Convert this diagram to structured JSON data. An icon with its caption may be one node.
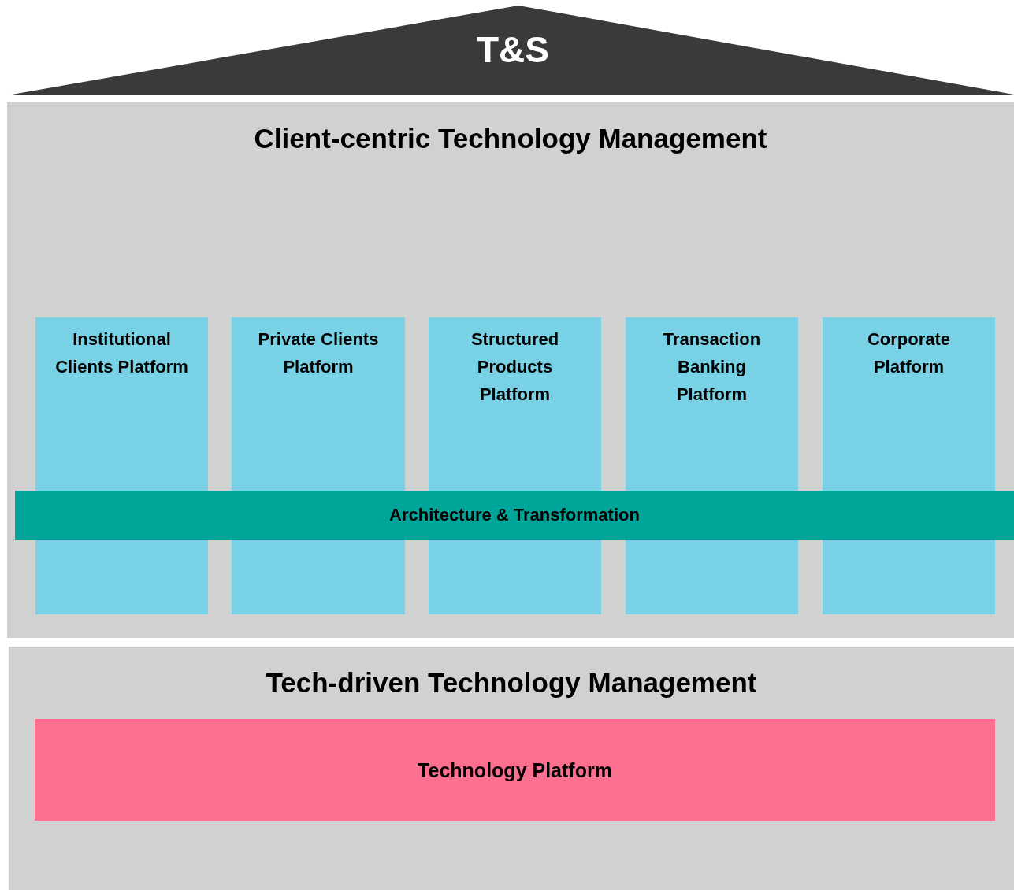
{
  "diagram": {
    "nodes": [
      {
        "text": [
          "T&S"
        ]
      },
      {
        "text": [
          "Client-centric Technology Management"
        ]
      },
      {
        "text": [
          "Institutional Clients Platform"
        ],
        "in": 1
      },
      {
        "text": [
          "Private Clients Platform"
        ],
        "in": 1
      },
      {
        "text": [
          "Structured Products Platform"
        ],
        "in": 1
      },
      {
        "text": [
          "Transaction Banking Platform"
        ],
        "in": 1
      },
      {
        "text": [
          "Corporate Platform"
        ],
        "in": 1
      },
      {
        "text": [
          "Architecture & Transformation"
        ],
        "in": 1
      },
      {
        "text": [],
        "shape": "box",
        "in": 1
      },
      {
        "text": [],
        "shape": "box",
        "in": 1
      },
      {
        "text": [],
        "shape": "box",
        "in": 1
      },
      {
        "text": [],
        "shape": "box",
        "in": 1
      },
      {
        "text": [],
        "shape": "box",
        "in": 1
      },
      {
        "text": [
          "Tech-driven Technology Management"
        ]
      },
      {
        "text": [
          "Technology Platform"
        ],
        "in": 13
      }
    ],
    "edges": []
  }
}
